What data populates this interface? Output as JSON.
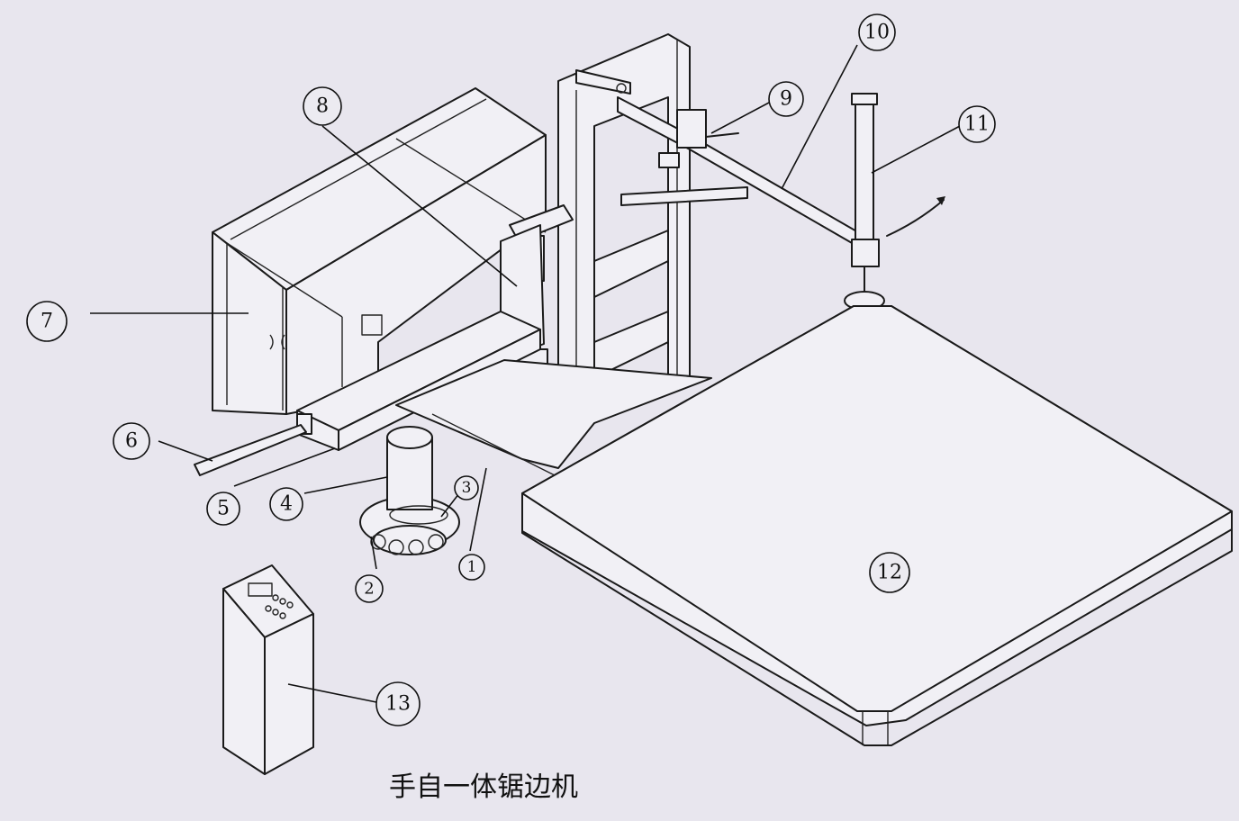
{
  "caption": "手自一体锯边机",
  "callouts": [
    "1",
    "2",
    "3",
    "4",
    "5",
    "6",
    "7",
    "8",
    "9",
    "10",
    "11",
    "12",
    "13"
  ],
  "colors": {
    "paper": "#e8e6ee",
    "ink": "#1a1a1a"
  }
}
